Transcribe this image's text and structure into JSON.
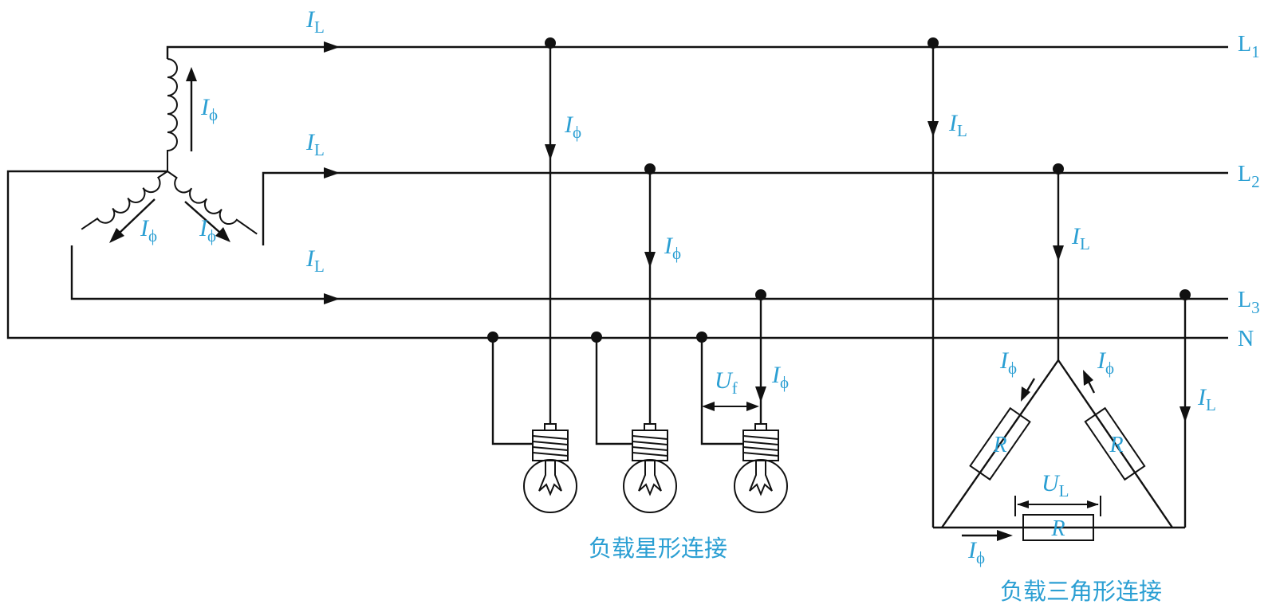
{
  "lines": {
    "l1": {
      "main": "L",
      "sub": "1"
    },
    "l2": {
      "main": "L",
      "sub": "2"
    },
    "l3": {
      "main": "L",
      "sub": "3"
    },
    "n": "N"
  },
  "symbols": {
    "line_current": {
      "main": "I",
      "sub": "L"
    },
    "phase_current": {
      "main": "I",
      "sub": "ϕ"
    },
    "phase_voltage": {
      "main": "U",
      "sub": "f"
    },
    "line_voltage": {
      "main": "U",
      "sub": "L"
    },
    "resistor": "R"
  },
  "captions": {
    "star": "负载星形连接",
    "delta": "负载三角形连接"
  },
  "colors": {
    "label": "#2b9fd3",
    "wire": "#111111"
  }
}
